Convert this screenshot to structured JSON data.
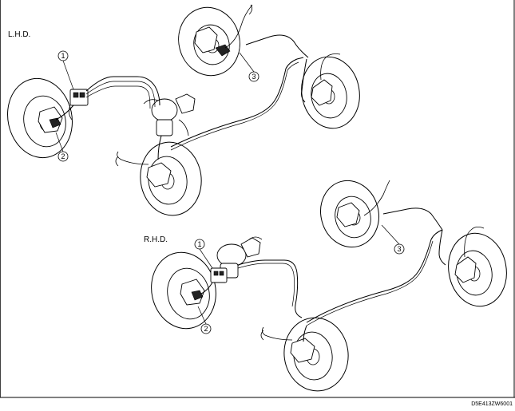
{
  "diagram": {
    "sections": [
      {
        "label": "L.H.D."
      },
      {
        "label": "R.H.D."
      }
    ],
    "callouts": {
      "lhd": [
        "1",
        "2",
        "3"
      ],
      "rhd": [
        "1",
        "2",
        "3"
      ]
    },
    "figure_code": "D5E413ZW6001"
  }
}
